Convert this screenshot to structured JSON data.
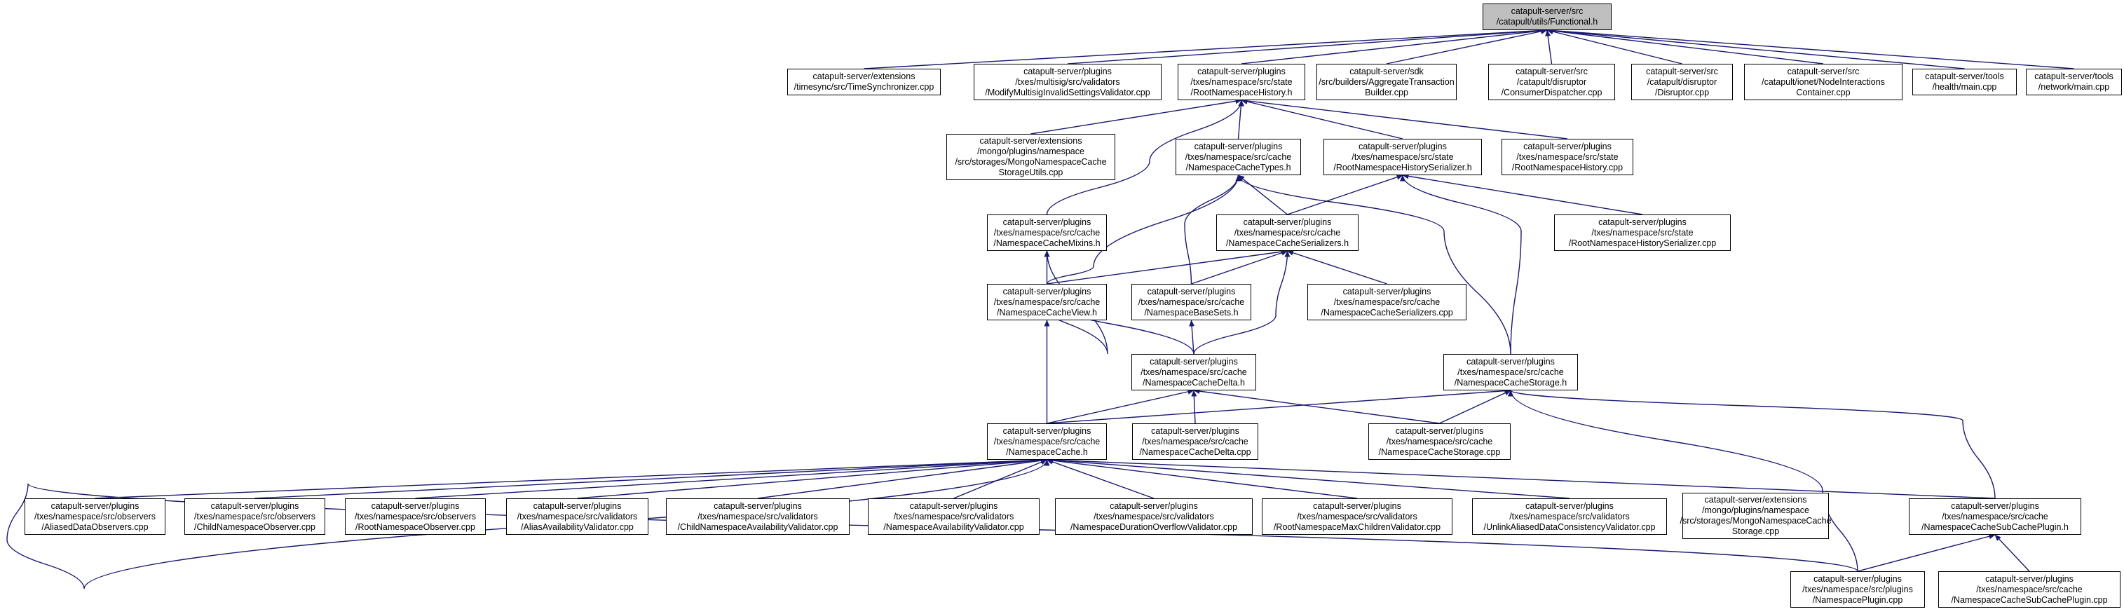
{
  "colors": {
    "edge": "#191970",
    "focus_fill": "#bfbfbf",
    "node_border": "#000000"
  },
  "nodes": {
    "functional": [
      "catapult-server/src",
      "/catapult/utils/Functional.h"
    ],
    "timesync": [
      "catapult-server/extensions",
      "/timesync/src/TimeSynchronizer.cpp"
    ],
    "multisig": [
      "catapult-server/plugins",
      "/txes/multisig/src/validators",
      "/ModifyMultisigInvalidSettingsValidator.cpp"
    ],
    "rootHistoryH": [
      "catapult-server/plugins",
      "/txes/namespace/src/state",
      "/RootNamespaceHistory.h"
    ],
    "aggBuilder": [
      "catapult-server/sdk",
      "/src/builders/AggregateTransaction",
      "Builder.cpp"
    ],
    "consumerDisp": [
      "catapult-server/src",
      "/catapult/disruptor",
      "/ConsumerDispatcher.cpp"
    ],
    "disruptor": [
      "catapult-server/src",
      "/catapult/disruptor",
      "/Disruptor.cpp"
    ],
    "nodeInteractions": [
      "catapult-server/src",
      "/catapult/ionet/NodeInteractions",
      "Container.cpp"
    ],
    "healthMain": [
      "catapult-server/tools",
      "/health/main.cpp"
    ],
    "networkMain": [
      "catapult-server/tools",
      "/network/main.cpp"
    ],
    "mongoUtils": [
      "catapult-server/extensions",
      "/mongo/plugins/namespace",
      "/src/storages/MongoNamespaceCache",
      "StorageUtils.cpp"
    ],
    "cacheTypes": [
      "catapult-server/plugins",
      "/txes/namespace/src/cache",
      "/NamespaceCacheTypes.h"
    ],
    "rootHistSerH": [
      "catapult-server/plugins",
      "/txes/namespace/src/state",
      "/RootNamespaceHistorySerializer.h"
    ],
    "rootHistCpp": [
      "catapult-server/plugins",
      "/txes/namespace/src/state",
      "/RootNamespaceHistory.cpp"
    ],
    "cacheMixins": [
      "catapult-server/plugins",
      "/txes/namespace/src/cache",
      "/NamespaceCacheMixins.h"
    ],
    "cacheSerializersH": [
      "catapult-server/plugins",
      "/txes/namespace/src/cache",
      "/NamespaceCacheSerializers.h"
    ],
    "rootHistSerCpp": [
      "catapult-server/plugins",
      "/txes/namespace/src/state",
      "/RootNamespaceHistorySerializer.cpp"
    ],
    "cacheView": [
      "catapult-server/plugins",
      "/txes/namespace/src/cache",
      "/NamespaceCacheView.h"
    ],
    "baseSets": [
      "catapult-server/plugins",
      "/txes/namespace/src/cache",
      "/NamespaceBaseSets.h"
    ],
    "cacheSerializersCpp": [
      "catapult-server/plugins",
      "/txes/namespace/src/cache",
      "/NamespaceCacheSerializers.cpp"
    ],
    "cacheDeltaH": [
      "catapult-server/plugins",
      "/txes/namespace/src/cache",
      "/NamespaceCacheDelta.h"
    ],
    "cacheStorageH": [
      "catapult-server/plugins",
      "/txes/namespace/src/cache",
      "/NamespaceCacheStorage.h"
    ],
    "cacheH": [
      "catapult-server/plugins",
      "/txes/namespace/src/cache",
      "/NamespaceCache.h"
    ],
    "cacheDeltaCpp": [
      "catapult-server/plugins",
      "/txes/namespace/src/cache",
      "/NamespaceCacheDelta.cpp"
    ],
    "cacheStorageCpp": [
      "catapult-server/plugins",
      "/txes/namespace/src/cache",
      "/NamespaceCacheStorage.cpp"
    ],
    "aliasedObs": [
      "catapult-server/plugins",
      "/txes/namespace/src/observers",
      "/AliasedDataObservers.cpp"
    ],
    "childObs": [
      "catapult-server/plugins",
      "/txes/namespace/src/observers",
      "/ChildNamespaceObserver.cpp"
    ],
    "rootObs": [
      "catapult-server/plugins",
      "/txes/namespace/src/observers",
      "/RootNamespaceObserver.cpp"
    ],
    "aliasAvail": [
      "catapult-server/plugins",
      "/txes/namespace/src/validators",
      "/AliasAvailabilityValidator.cpp"
    ],
    "childAvail": [
      "catapult-server/plugins",
      "/txes/namespace/src/validators",
      "/ChildNamespaceAvailabilityValidator.cpp"
    ],
    "nsAvail": [
      "catapult-server/plugins",
      "/txes/namespace/src/validators",
      "/NamespaceAvailabilityValidator.cpp"
    ],
    "durOverflow": [
      "catapult-server/plugins",
      "/txes/namespace/src/validators",
      "/NamespaceDurationOverflowValidator.cpp"
    ],
    "rootMaxChildren": [
      "catapult-server/plugins",
      "/txes/namespace/src/validators",
      "/RootNamespaceMaxChildrenValidator.cpp"
    ],
    "unlinkAliased": [
      "catapult-server/plugins",
      "/txes/namespace/src/validators",
      "/UnlinkAliasedDataConsistencyValidator.cpp"
    ],
    "mongoStorage": [
      "catapult-server/extensions",
      "/mongo/plugins/namespace",
      "/src/storages/MongoNamespaceCache",
      "Storage.cpp"
    ],
    "subCachePluginH": [
      "catapult-server/plugins",
      "/txes/namespace/src/cache",
      "/NamespaceCacheSubCachePlugin.h"
    ],
    "nsPlugin": [
      "catapult-server/plugins",
      "/txes/namespace/src/plugins",
      "/NamespacePlugin.cpp"
    ],
    "subCachePluginCpp": [
      "catapult-server/plugins",
      "/txes/namespace/src/cache",
      "/NamespaceCacheSubCachePlugin.cpp"
    ]
  },
  "edges": [
    [
      "timesync",
      "functional"
    ],
    [
      "multisig",
      "functional"
    ],
    [
      "rootHistoryH",
      "functional"
    ],
    [
      "aggBuilder",
      "functional"
    ],
    [
      "consumerDisp",
      "functional"
    ],
    [
      "disruptor",
      "functional"
    ],
    [
      "nodeInteractions",
      "functional"
    ],
    [
      "healthMain",
      "functional"
    ],
    [
      "networkMain",
      "functional"
    ],
    [
      "mongoUtils",
      "rootHistoryH"
    ],
    [
      "cacheTypes",
      "rootHistoryH"
    ],
    [
      "rootHistSerH",
      "rootHistoryH"
    ],
    [
      "rootHistCpp",
      "rootHistoryH"
    ],
    [
      "cacheMixins",
      "rootHistoryH"
    ],
    [
      "cacheSerializersH",
      "cacheTypes"
    ],
    [
      "cacheView",
      "cacheTypes"
    ],
    [
      "baseSets",
      "cacheTypes"
    ],
    [
      "cacheStorageH",
      "cacheTypes"
    ],
    [
      "cacheSerializersH",
      "rootHistSerH"
    ],
    [
      "rootHistSerCpp",
      "rootHistSerH"
    ],
    [
      "cacheStorageH",
      "rootHistSerH"
    ],
    [
      "cacheView",
      "cacheMixins"
    ],
    [
      "cacheDeltaH",
      "cacheMixins"
    ],
    [
      "cacheView",
      "cacheSerializersH"
    ],
    [
      "baseSets",
      "cacheSerializersH"
    ],
    [
      "cacheSerializersCpp",
      "cacheSerializersH"
    ],
    [
      "cacheDeltaH",
      "cacheSerializersH"
    ],
    [
      "cacheH",
      "cacheView"
    ],
    [
      "cacheDeltaH",
      "baseSets"
    ],
    [
      "cacheH",
      "cacheDeltaH"
    ],
    [
      "cacheDeltaCpp",
      "cacheDeltaH"
    ],
    [
      "cacheStorageCpp",
      "cacheDeltaH"
    ],
    [
      "cacheH",
      "cacheStorageH"
    ],
    [
      "cacheStorageCpp",
      "cacheStorageH"
    ],
    [
      "subCachePluginH",
      "cacheStorageH"
    ],
    [
      "nsPlugin",
      "cacheStorageH"
    ],
    [
      "aliasedObs",
      "cacheH"
    ],
    [
      "childObs",
      "cacheH"
    ],
    [
      "rootObs",
      "cacheH"
    ],
    [
      "aliasAvail",
      "cacheH"
    ],
    [
      "childAvail",
      "cacheH"
    ],
    [
      "nsAvail",
      "cacheH"
    ],
    [
      "durOverflow",
      "cacheH"
    ],
    [
      "rootMaxChildren",
      "cacheH"
    ],
    [
      "unlinkAliased",
      "cacheH"
    ],
    [
      "subCachePluginH",
      "cacheH"
    ],
    [
      "nsPlugin",
      "cacheH"
    ],
    [
      "nsPlugin",
      "subCachePluginH"
    ],
    [
      "subCachePluginCpp",
      "subCachePluginH"
    ]
  ]
}
